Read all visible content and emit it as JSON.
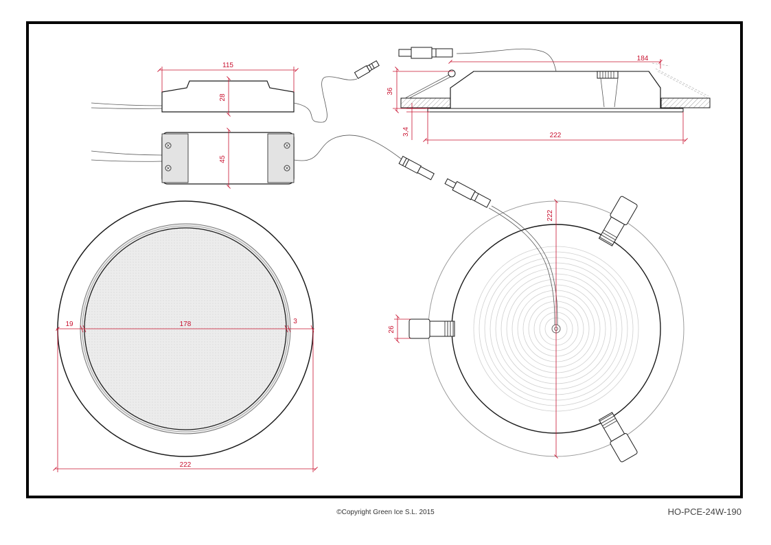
{
  "colors": {
    "dimension": "#c8102e",
    "ink": "#1a1a1a",
    "frame": "#000000"
  },
  "driver_side": {
    "length": "115",
    "height": "28"
  },
  "driver_top": {
    "width": "45"
  },
  "section_view": {
    "width_top": "184",
    "height": "36",
    "offset": "3,4",
    "width_bottom": "222"
  },
  "front_view": {
    "border": "19",
    "diffuser": "178",
    "gap": "3",
    "outer": "222"
  },
  "back_view": {
    "diameter": "222",
    "clip": "26"
  },
  "footer": {
    "copyright": "©Copyright Green Ice S.L. 2015",
    "reference": "HO-PCE-24W-190"
  }
}
